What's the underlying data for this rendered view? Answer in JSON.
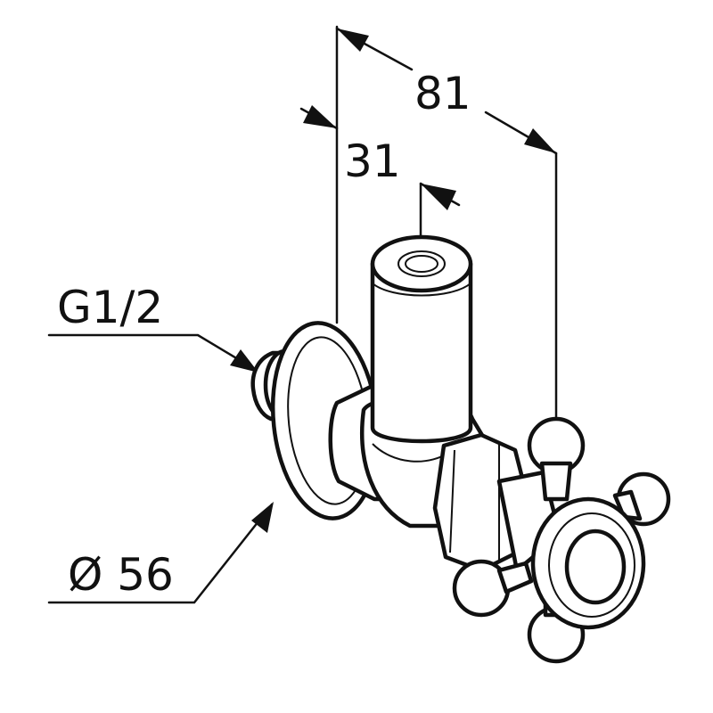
{
  "dimensions": {
    "total_length": "81",
    "outlet_offset": "31",
    "thread": "G1/2",
    "rosette_diameter": "Ø 56"
  },
  "colors": {
    "line": "#111111",
    "background": "#ffffff"
  }
}
